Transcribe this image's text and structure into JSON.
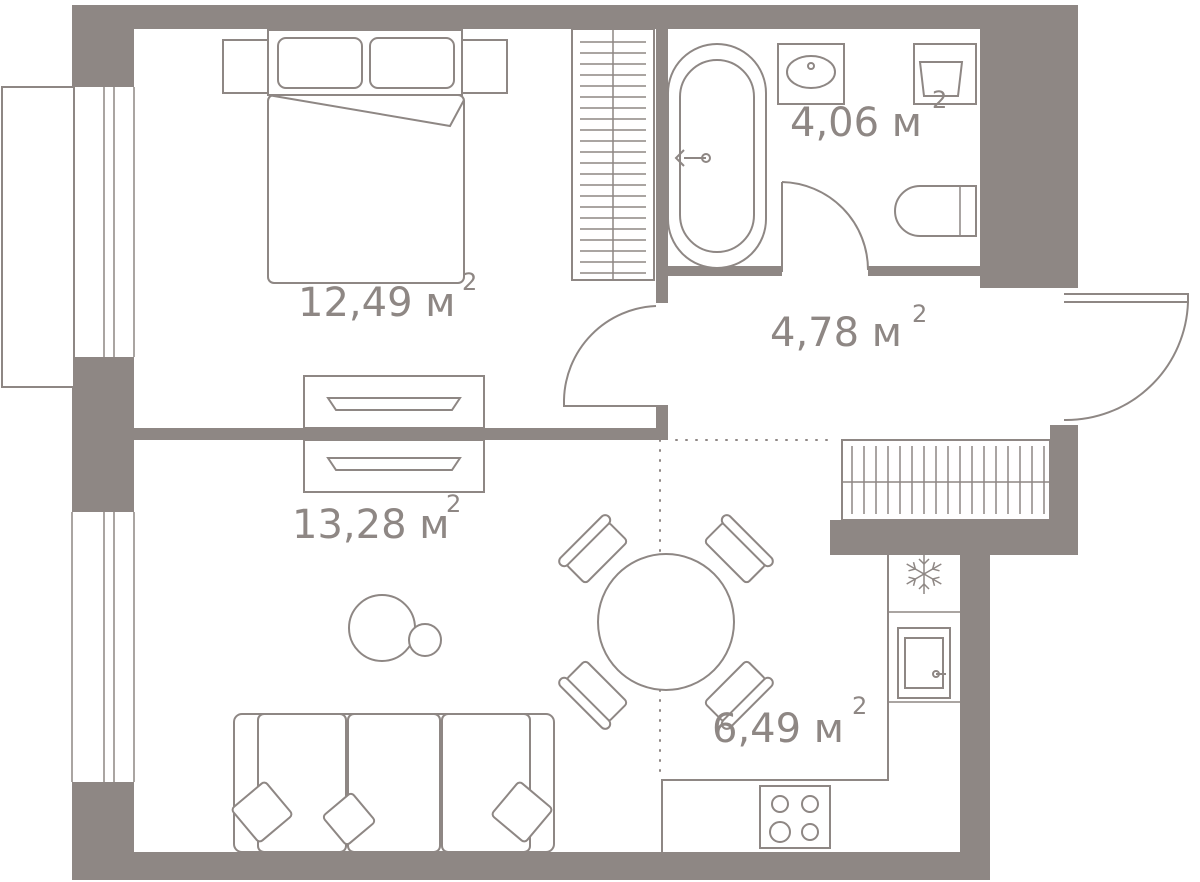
{
  "plan": {
    "colors": {
      "wall": "#8e8784",
      "background": "#ffffff"
    },
    "rooms": [
      {
        "id": "bedroom",
        "area": "12,49 м",
        "unit_power": "2"
      },
      {
        "id": "bathroom",
        "area": "4,06 м",
        "unit_power": "2"
      },
      {
        "id": "hallway",
        "area": "4,78 м",
        "unit_power": "2"
      },
      {
        "id": "living-room",
        "area": "13,28 м",
        "unit_power": "2"
      },
      {
        "id": "kitchen",
        "area": "6,49 м",
        "unit_power": "2"
      }
    ],
    "icons": [
      "bed-icon",
      "bathtub-icon",
      "washbasin-icon",
      "toilet-icon",
      "wardrobe-icon",
      "dining-set-icon",
      "sofa-icon",
      "coffee-table-icon",
      "fridge-snowflake-icon",
      "kitchen-sink-icon",
      "cooktop-icon",
      "door-icon"
    ]
  }
}
